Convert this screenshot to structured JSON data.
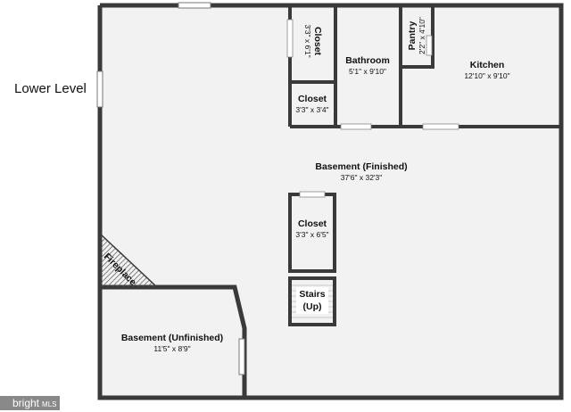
{
  "level_label": "Lower Level",
  "rooms": [
    {
      "id": "closet-top",
      "name": "Closet",
      "dims": "3'3\" x 6'1\"",
      "rotated": true
    },
    {
      "id": "bathroom",
      "name": "Bathroom",
      "dims": "5'1\" x 9'10\""
    },
    {
      "id": "pantry",
      "name": "Pantry",
      "dims": "2'2\" x 4'10\"",
      "rotated": true
    },
    {
      "id": "kitchen",
      "name": "Kitchen",
      "dims": "12'10\" x 9'10\""
    },
    {
      "id": "closet-small",
      "name": "Closet",
      "dims": "3'3\" x 3'4\""
    },
    {
      "id": "basement-finished",
      "name": "Basement (Finished)",
      "dims": "37'6\" x 32'3\""
    },
    {
      "id": "closet-center",
      "name": "Closet",
      "dims": "3'3\" x 6'5\""
    },
    {
      "id": "stairs",
      "name": "Stairs",
      "dims": "(Up)"
    },
    {
      "id": "basement-unfinished",
      "name": "Basement (Unfinished)",
      "dims": "11'5\" x 8'9\""
    }
  ],
  "fireplace_label": "Fireplace",
  "watermark": {
    "brand": "bright",
    "suffix": "MLS"
  },
  "colors": {
    "wall": "#3a3a3a",
    "floor": "#f2f2f2",
    "window": "#ffffff"
  }
}
